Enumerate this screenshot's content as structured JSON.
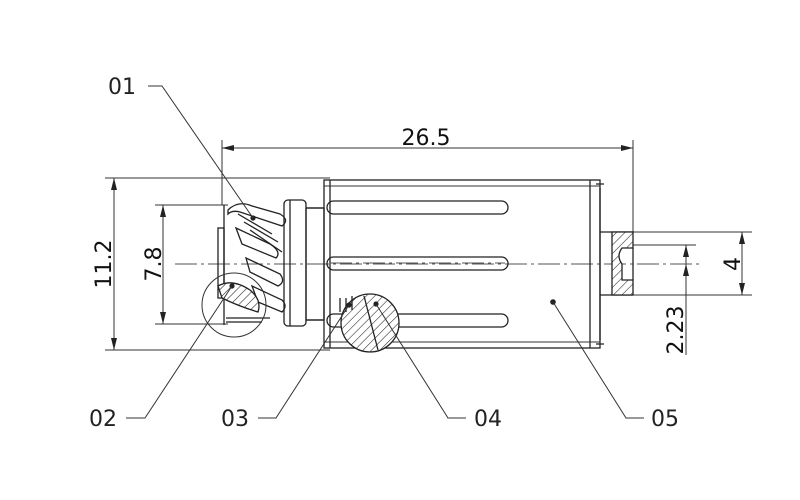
{
  "dimensions": {
    "overall_length": "26.5",
    "outer_diameter": "11.2",
    "inner_diameter": "7.8",
    "shaft_diameter": "4",
    "offset": "2.23"
  },
  "callouts": {
    "c01": "01",
    "c02": "02",
    "c03": "03",
    "c04": "04",
    "c05": "05"
  },
  "colors": {
    "line": "#222222",
    "background": "#ffffff"
  }
}
